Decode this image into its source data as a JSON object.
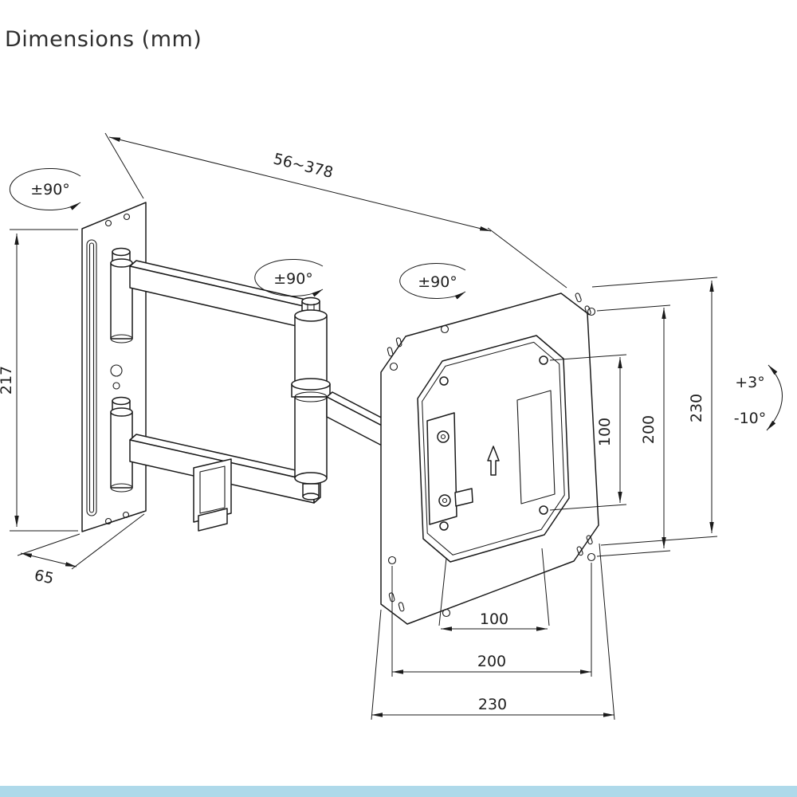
{
  "title": "Dimensions (mm)",
  "dimensions": {
    "arm_extension": "56~378",
    "wall_plate_height": "217",
    "wall_plate_width": "65",
    "vesa_vertical_100": "100",
    "plate_vertical_200": "200",
    "plate_vertical_230": "230",
    "vesa_horizontal_100": "100",
    "plate_horizontal_200": "200",
    "plate_horizontal_230": "230"
  },
  "angles": {
    "swivel": "±90°",
    "tilt_up": "+3°",
    "tilt_down": "-10°"
  },
  "colors": {
    "line": "#1a1a1a",
    "text": "#1f1f1f",
    "footer_bar": "#aed9ea"
  }
}
